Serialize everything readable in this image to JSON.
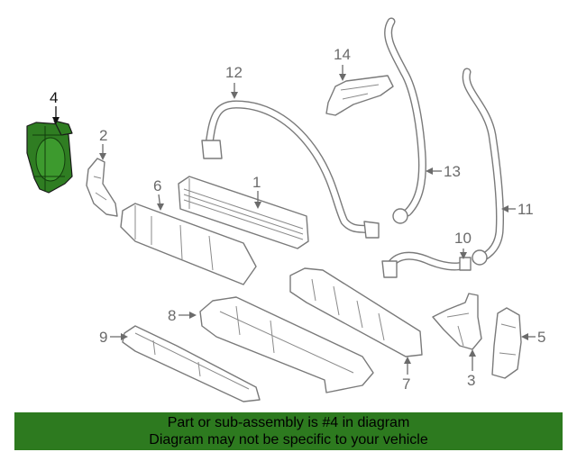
{
  "callouts": {
    "c1": "1",
    "c2": "2",
    "c3": "3",
    "c4": "4",
    "c5": "5",
    "c6": "6",
    "c7": "7",
    "c8": "8",
    "c9": "9",
    "c10": "10",
    "c11": "11",
    "c12": "12",
    "c13": "13",
    "c14": "14"
  },
  "highlighted_part": "4",
  "colors": {
    "highlight": "#2f7d22",
    "banner": "#2d7a1f",
    "line": "#7a7a7a"
  },
  "banner": {
    "line1": "Part or sub-assembly is #4 in diagram",
    "line2": "Diagram may not be specific to your vehicle"
  }
}
